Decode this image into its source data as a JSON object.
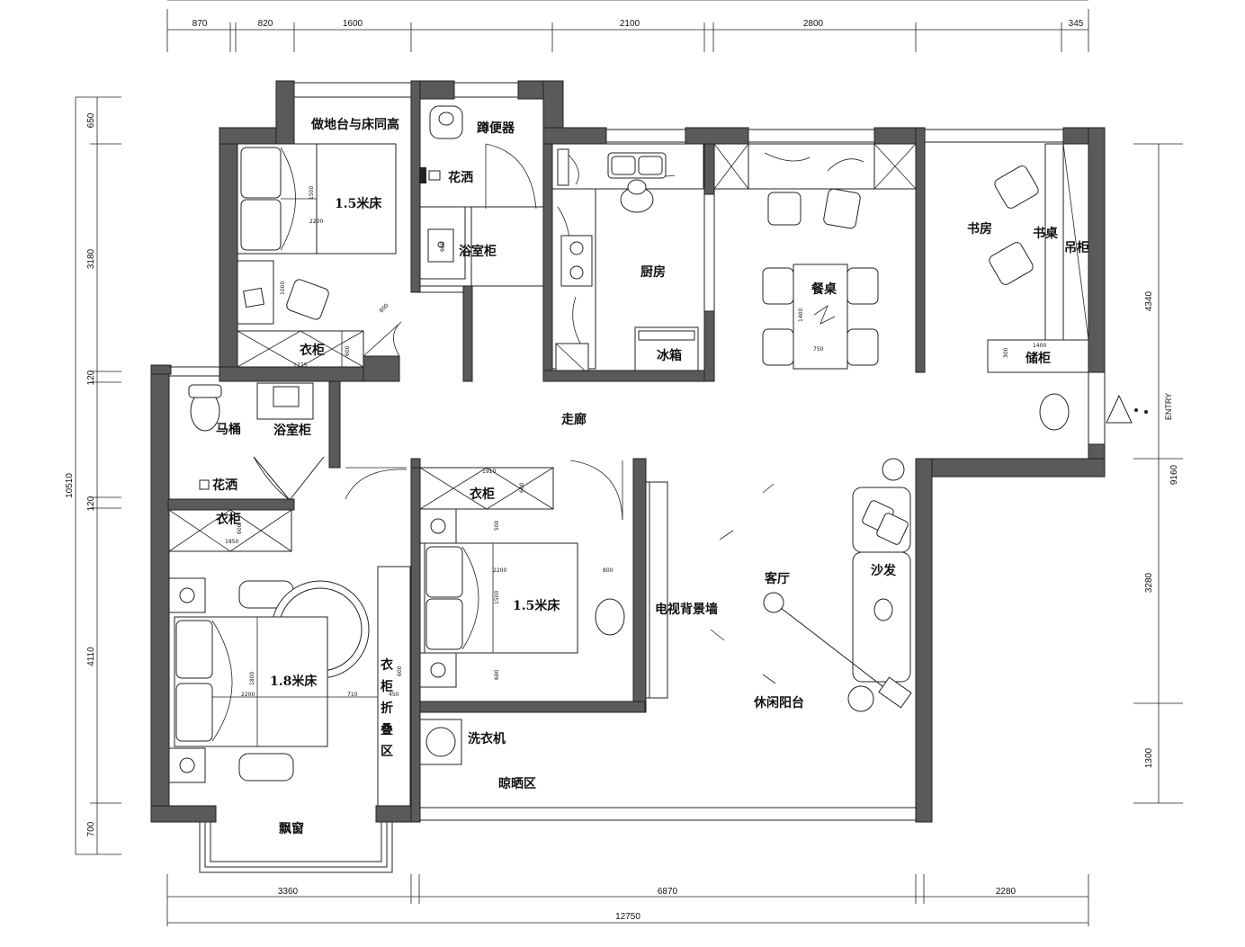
{
  "rooms": {
    "platform_note": "做地台与床同高",
    "squat_toilet": "蹲便器",
    "shower_top": "花洒",
    "vanity_top": "浴室柜",
    "bed_top": "1.5米床",
    "wardrobe_top": "衣柜",
    "kitchen": "厨房",
    "fridge": "冰箱",
    "dining_table": "餐桌",
    "study": "书房",
    "desk": "书桌",
    "hanging_cabinet": "吊柜",
    "cabinet": "储柜",
    "corridor": "走廊",
    "toilet": "马桶",
    "vanity_left": "浴室柜",
    "shower_left": "花洒",
    "wardrobe_left": "衣柜",
    "wardrobe_mid": "衣柜",
    "bed_mid": "1.5米床",
    "bed_master": "1.8米床",
    "fold_area": [
      "衣",
      "柜",
      "折",
      "叠",
      "区"
    ],
    "tv_wall": "电视背景墙",
    "living_room": "客厅",
    "sofa": "沙发",
    "leisure_balcony": "休闲阳台",
    "washer": "洗衣机",
    "drying_area": "晾晒区",
    "bay_window": "飘窗",
    "entry": "ENTRY"
  },
  "small_dims": {
    "bed_top_w": "1500",
    "bed_top_l": "2200",
    "desk_top": "1000",
    "wardrobe_top_d": "600",
    "wardrobe_top_w": "1775",
    "door_top": "800",
    "vanity_top_d": "900",
    "table_w": "750",
    "table_l": "1400",
    "cab_study_w": "1400",
    "cab_study_d": "300",
    "wardrobe_mid_w": "1910",
    "wardrobe_mid_d": "600",
    "bed_mid_len": "2200",
    "bed_mid_w": "1500",
    "gap_mid": "800",
    "side_mid_a": "500",
    "side_mid_b": "680",
    "wardrobe_left_w": "1850",
    "wardrobe_left_d": "600",
    "bed_master_len": "2200",
    "bed_master_w": "1800",
    "gap_master": "710",
    "fold_w": "450",
    "fold_d": "600"
  },
  "dims_top": [
    "870",
    "820",
    "1600",
    "2100",
    "2800",
    "345"
  ],
  "dims_top_total": "12750",
  "dims_left": [
    "650",
    "3180",
    "120",
    "120",
    "4110",
    "700"
  ],
  "dims_left_total": "10510",
  "dims_right": [
    "4340",
    "9160",
    "3280",
    "1300"
  ],
  "dims_bottom": [
    "3360",
    "6870",
    "2280"
  ],
  "dims_bottom_total": "12750"
}
